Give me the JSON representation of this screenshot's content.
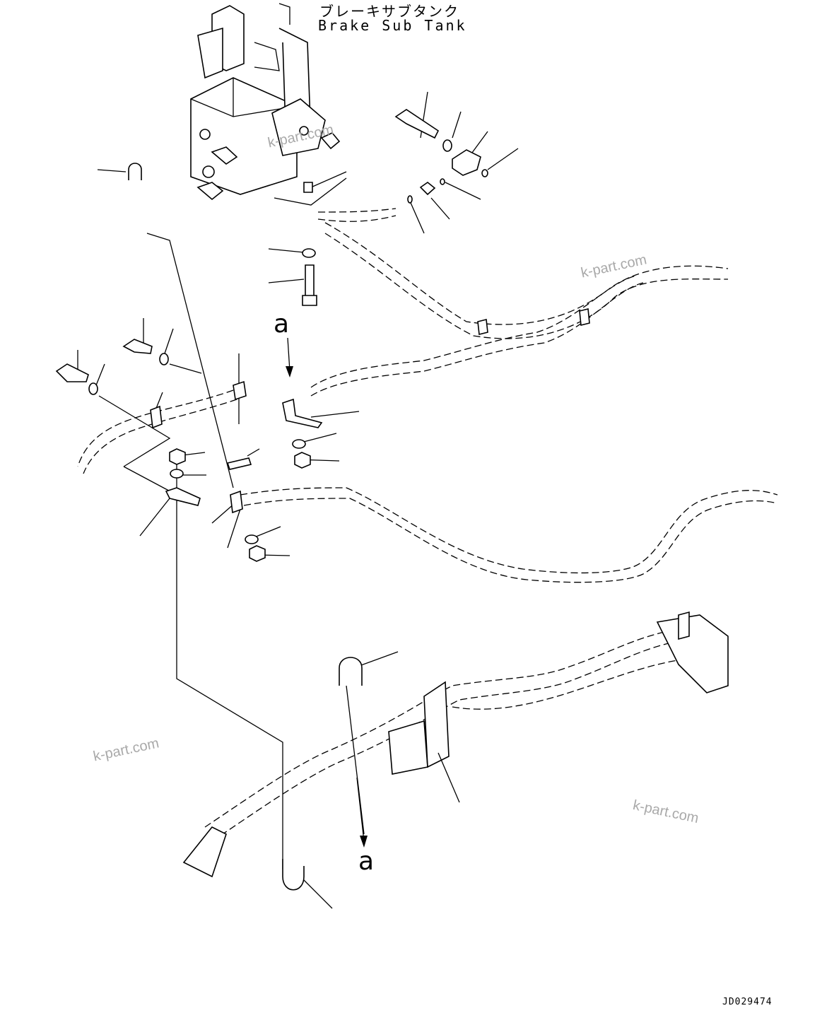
{
  "title": {
    "japanese": "ブレーキサブタンク",
    "english": "Brake Sub Tank"
  },
  "reference_marks": {
    "top": "a",
    "bottom": "a"
  },
  "watermarks": [
    "k-part.com",
    "k-part.com",
    "k-part.com",
    "k-part.com"
  ],
  "drawing_number": "JD029474",
  "icons": [
    "brake-sub-tank-icon",
    "hose-icon",
    "bolt-icon",
    "washer-icon",
    "nut-icon",
    "u-bolt-icon",
    "clamp-icon",
    "bracket-icon",
    "connector-icon",
    "o-ring-icon"
  ]
}
